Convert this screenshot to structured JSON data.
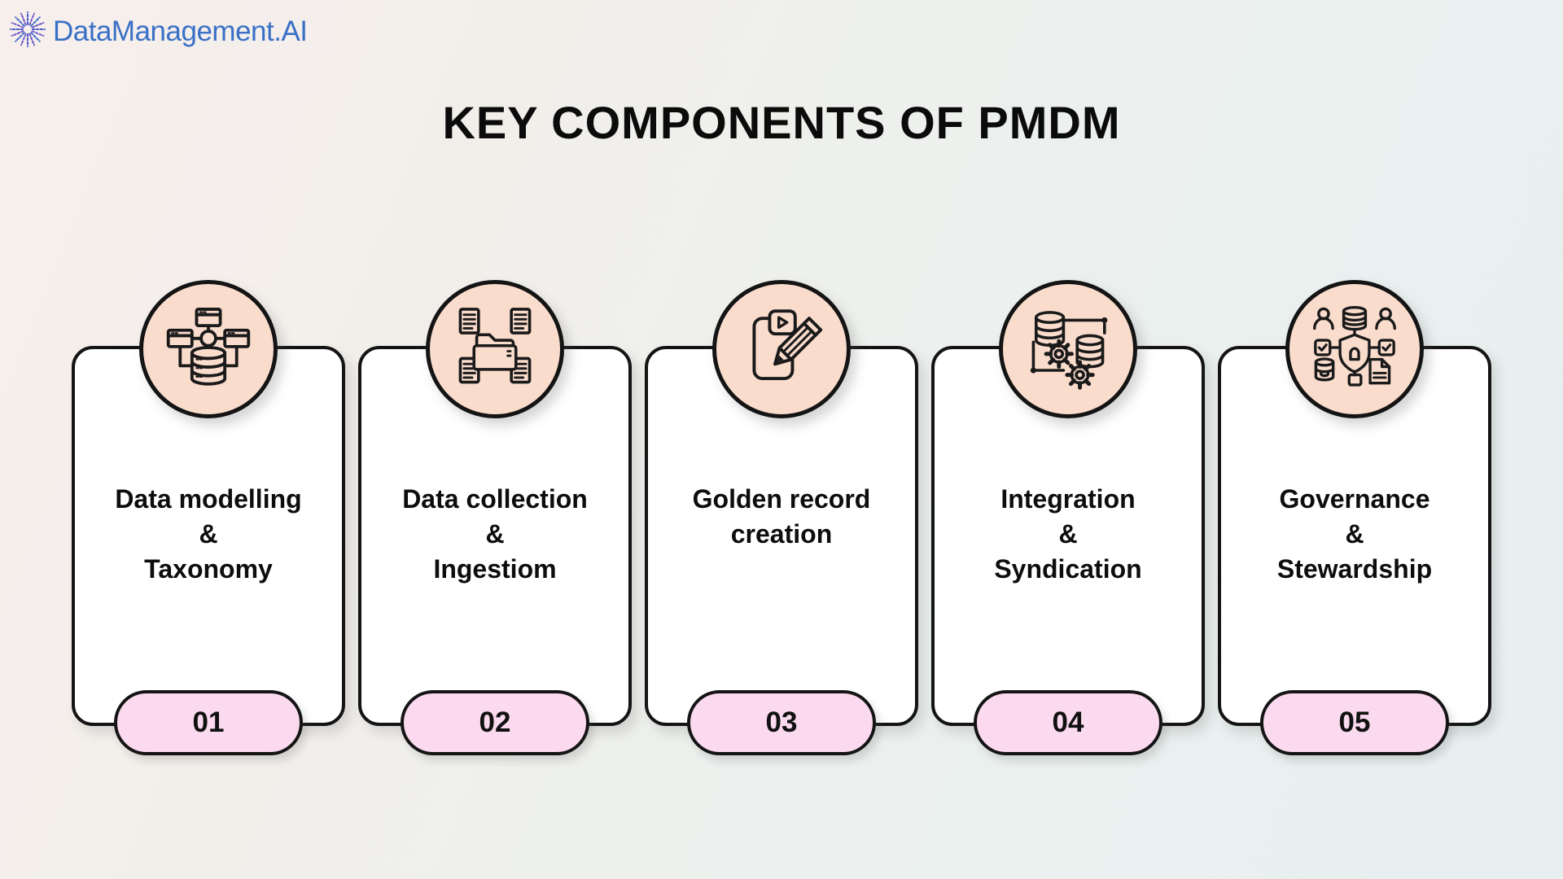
{
  "brand": {
    "name": "DataManagement.AI",
    "icon": "starburst-icon",
    "color": "#3a70c6"
  },
  "title": "KEY COMPONENTS OF PMDM",
  "colors": {
    "circle_fill": "#fadccd",
    "pill_fill": "#fbd9ee",
    "outline": "#141414",
    "card_bg": "#ffffff",
    "bg_left": "#f7efec",
    "bg_right": "#e7eff0"
  },
  "cards": [
    {
      "number": "01",
      "icon": "data-model-icon",
      "lines": [
        "Data modelling",
        "&",
        "Taxonomy"
      ]
    },
    {
      "number": "02",
      "icon": "data-collection-icon",
      "lines": [
        "Data collection",
        "&",
        "Ingestiom"
      ]
    },
    {
      "number": "03",
      "icon": "golden-record-icon",
      "lines": [
        "Golden record",
        "creation"
      ]
    },
    {
      "number": "04",
      "icon": "integration-icon",
      "lines": [
        "Integration",
        "&",
        "Syndication"
      ]
    },
    {
      "number": "05",
      "icon": "governance-icon",
      "lines": [
        "Governance",
        "&",
        "Stewardship"
      ]
    }
  ]
}
